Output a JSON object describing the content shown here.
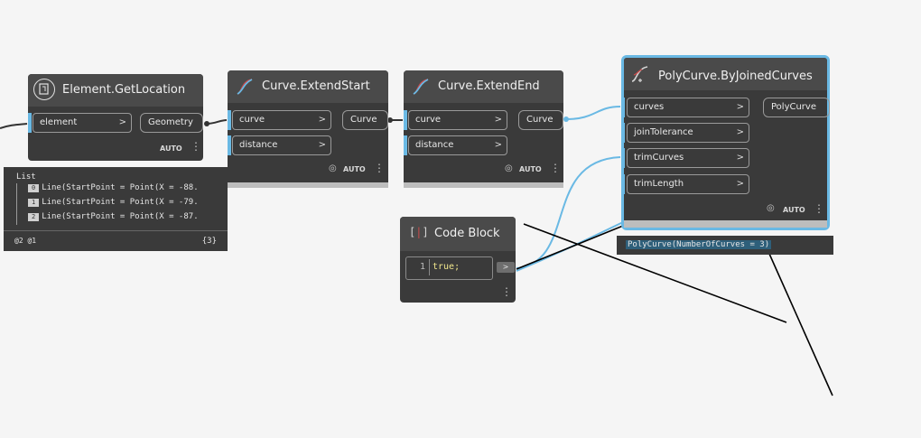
{
  "nodes": {
    "get_location": {
      "title": "Element.GetLocation",
      "inputs": [
        "element"
      ],
      "output": "Geometry",
      "lacing": "AUTO"
    },
    "extend_start": {
      "title": "Curve.ExtendStart",
      "inputs": [
        "curve",
        "distance"
      ],
      "output": "Curve",
      "lacing": "AUTO"
    },
    "extend_end": {
      "title": "Curve.ExtendEnd",
      "inputs": [
        "curve",
        "distance"
      ],
      "output": "Curve",
      "lacing": "AUTO"
    },
    "poly_curve": {
      "title": "PolyCurve.ByJoinedCurves",
      "inputs": [
        "curves",
        "joinTolerance",
        "trimCurves",
        "trimLength"
      ],
      "output": "PolyCurve",
      "lacing": "AUTO",
      "preview": "PolyCurve(NumberOfCurves = 3)"
    },
    "code_block": {
      "title": "Code Block",
      "line_number": "1",
      "code": "true;",
      "output_arrow": ">"
    }
  },
  "list_preview": {
    "header": "List",
    "rows": [
      {
        "index": "0",
        "text": "Line(StartPoint = Point(X = -88."
      },
      {
        "index": "1",
        "text": "Line(StartPoint = Point(X = -79."
      },
      {
        "index": "2",
        "text": "Line(StartPoint = Point(X = -87."
      }
    ],
    "levels": "@2 @1",
    "count": "{3}"
  },
  "arrow": ">",
  "colors": {
    "canvas": "#f5f5f5",
    "node_body": "#3a3a3a",
    "node_header": "#4a4a4a",
    "wire": "#6ab9e4",
    "selection": "#6ab9e4"
  }
}
